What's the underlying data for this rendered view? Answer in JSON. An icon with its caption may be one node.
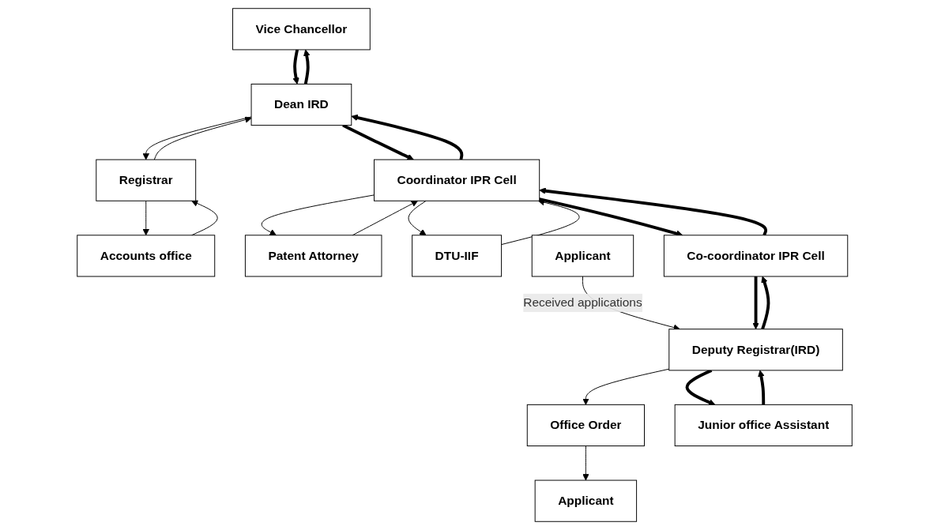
{
  "diagram": {
    "nodes": [
      {
        "text": [
          "Vice Chancellor"
        ]
      },
      {
        "text": [
          "Dean IRD"
        ]
      },
      {
        "text": [
          "Registrar"
        ]
      },
      {
        "text": [
          "Accounts office"
        ]
      },
      {
        "text": [
          "Patent Attorney"
        ]
      },
      {
        "text": [
          "Coordinator IPR Cell"
        ]
      },
      {
        "text": [
          "DTU-IIF"
        ]
      },
      {
        "text": [
          "Co-coordinator IPR Cell"
        ]
      },
      {
        "text": [
          "Applicant"
        ]
      },
      {
        "text": [
          "Deputy Registrar(IRD)"
        ]
      },
      {
        "text": [
          "Office Order"
        ]
      },
      {
        "text": [
          "Applicant"
        ]
      },
      {
        "text": [
          "Junior office Assistant"
        ]
      }
    ],
    "edges": [
      {
        "from": 1,
        "to": 0,
        "arrow": "to",
        "style": "thick"
      },
      {
        "from": 0,
        "to": 1,
        "arrow": "to",
        "style": "thick"
      },
      {
        "from": 1,
        "to": 2,
        "arrow": "to"
      },
      {
        "from": 2,
        "to": 1,
        "arrow": "to"
      },
      {
        "from": 2,
        "to": 3,
        "arrow": "to"
      },
      {
        "from": 3,
        "to": 2,
        "arrow": "to"
      },
      {
        "from": 5,
        "to": 1,
        "arrow": "to",
        "style": "thick"
      },
      {
        "from": 1,
        "to": 5,
        "arrow": "to",
        "style": "thick"
      },
      {
        "from": 5,
        "to": 4,
        "arrow": "to"
      },
      {
        "from": 4,
        "to": 5,
        "arrow": "to"
      },
      {
        "from": 5,
        "to": 6,
        "arrow": "to"
      },
      {
        "from": 6,
        "to": 5,
        "arrow": "to"
      },
      {
        "from": 7,
        "to": 5,
        "arrow": "to",
        "style": "thick"
      },
      {
        "from": 5,
        "to": 7,
        "arrow": "to",
        "style": "thick"
      },
      {
        "from": 8,
        "to": 9,
        "arrow": "to",
        "label": "Received applications"
      },
      {
        "from": 9,
        "to": 7,
        "arrow": "to",
        "style": "thick"
      },
      {
        "from": 7,
        "to": 9,
        "arrow": "to",
        "style": "thick"
      },
      {
        "from": 9,
        "to": 10,
        "arrow": "to"
      },
      {
        "from": 10,
        "to": 11,
        "arrow": "to"
      },
      {
        "from": 12,
        "to": 9,
        "arrow": "to",
        "style": "thick"
      },
      {
        "from": 9,
        "to": 12,
        "arrow": "to",
        "style": "thick"
      }
    ]
  }
}
